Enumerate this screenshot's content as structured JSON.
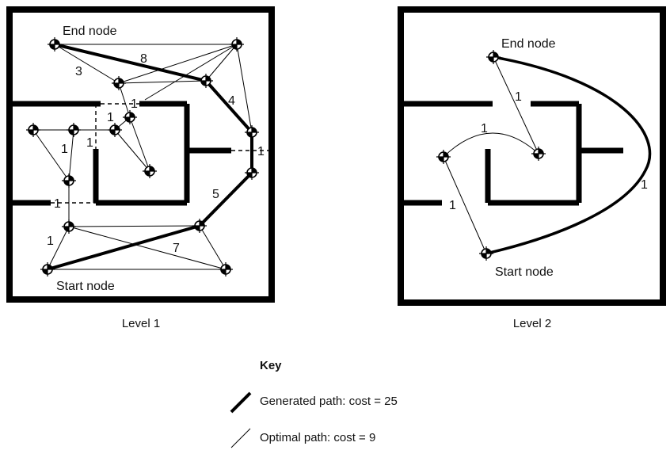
{
  "level1": {
    "caption": "Level 1",
    "start_label": "Start node",
    "end_label": "End node",
    "edge_costs": {
      "cost_3": "3",
      "cost_8": "8",
      "cost_4": "4",
      "cost_1_door_top": "1",
      "cost_1_center": "1",
      "cost_1_door_vertical": "1",
      "cost_1_left": "1",
      "cost_1_door_right": "1",
      "cost_1_door_bottom": "1",
      "cost_5": "5",
      "cost_1_start": "1",
      "cost_7": "7"
    }
  },
  "level2": {
    "caption": "Level 2",
    "start_label": "Start node",
    "end_label": "End node",
    "edge_costs": {
      "cost_1_end_link": "1",
      "cost_1_arc": "1",
      "cost_1_left": "1",
      "cost_1_outer": "1"
    }
  },
  "key": {
    "title": "Key",
    "generated_path": "Generated path: cost = 25",
    "optimal_path": "Optimal path: cost = 9"
  }
}
